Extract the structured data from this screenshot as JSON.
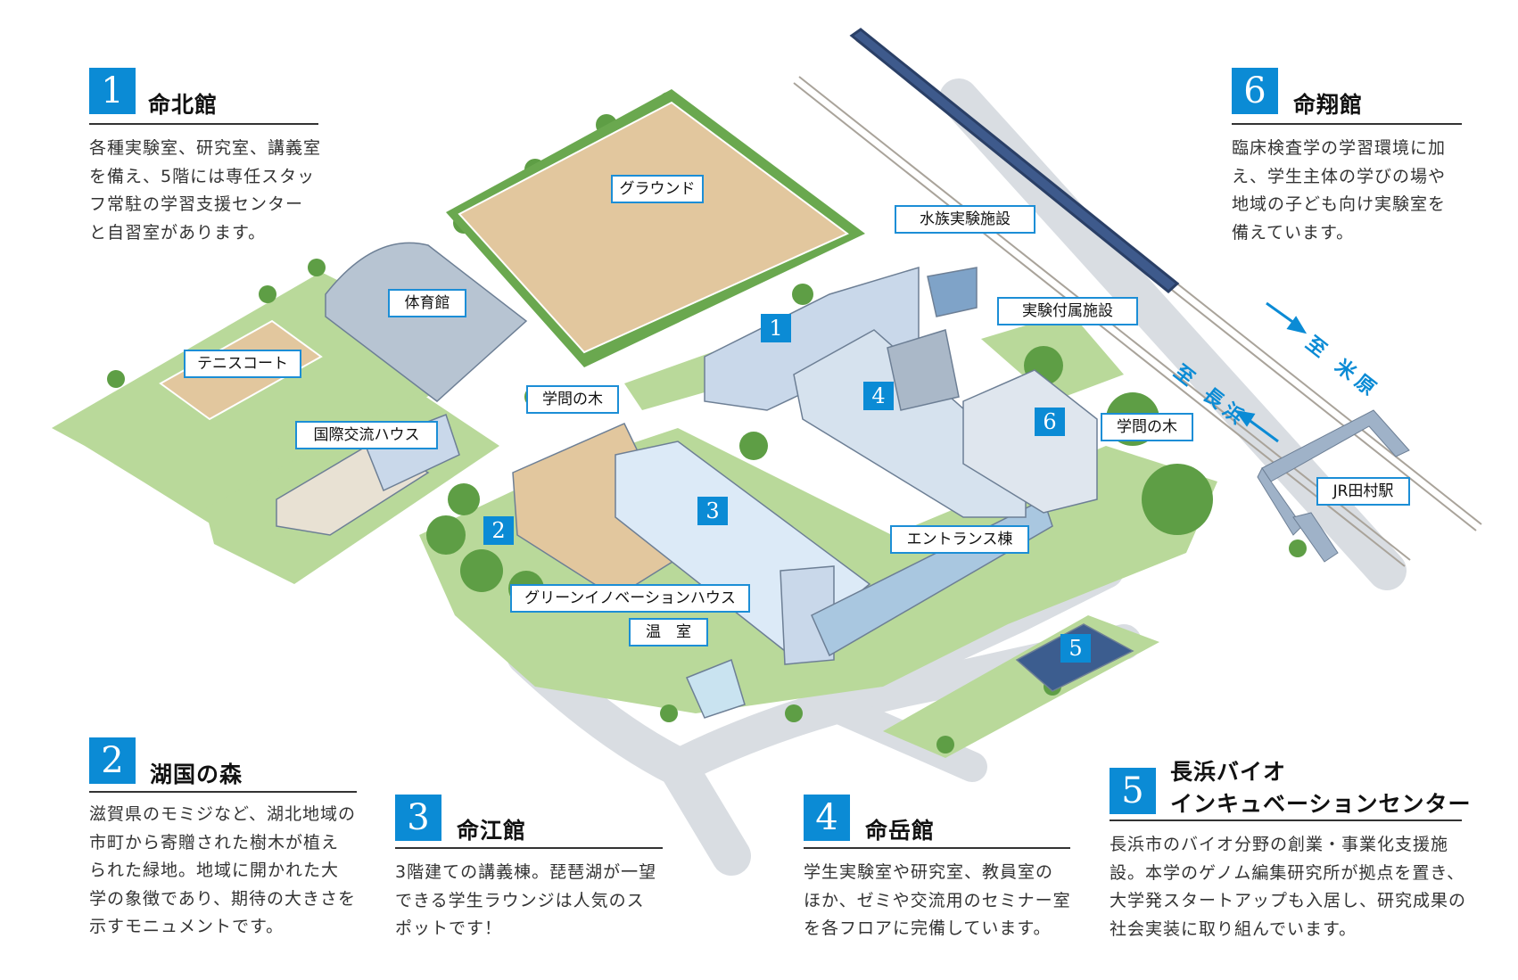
{
  "sections": [
    {
      "number": "1",
      "title": "命北館",
      "body": [
        "各種実験室、研究室、講義室",
        "を備え、5階には専任スタッ",
        "フ常駐の学習支援センター",
        "と自習室があります。"
      ]
    },
    {
      "number": "2",
      "title": "湖国の森",
      "body": [
        "滋賀県のモミジなど、湖北地域の",
        "市町から寄贈された樹木が植え",
        "られた緑地。地域に開かれた大",
        "学の象徴であり、期待の大きさを",
        "示すモニュメントです。"
      ]
    },
    {
      "number": "3",
      "title": "命江館",
      "body": [
        "3階建ての講義棟。琵琶湖が一望",
        "できる学生ラウンジは人気のス",
        "ポットです！"
      ]
    },
    {
      "number": "4",
      "title": "命岳館",
      "body": [
        "学生実験室や研究室、教員室の",
        "ほか、ゼミや交流用のセミナー室",
        "を各フロアに完備しています。"
      ]
    },
    {
      "number": "5",
      "title_lines": [
        "長浜バイオ",
        "インキュベーションセンター"
      ],
      "body": [
        "長浜市のバイオ分野の創業・事業化支援施",
        "設。本学のゲノム編集研究所が拠点を置き、",
        "大学発スタートアップも入居し、研究成果の",
        "社会実装に取り組んでいます。"
      ]
    },
    {
      "number": "6",
      "title": "命翔館",
      "body": [
        "臨床検査学の学習環境に加",
        "え、学生主体の学びの場や",
        "地域の子ども向け実験室を",
        "備えています。"
      ]
    }
  ],
  "map_labels": {
    "ground": "グラウンド",
    "aquatic": "水族実験施設",
    "lab_annex": "実験付属施設",
    "gym": "体育館",
    "tennis": "テニスコート",
    "tree_left": "学問の木",
    "intl_house": "国際交流ハウス",
    "tree_right": "学問の木",
    "station": "JR田村駅",
    "entrance": "エントランス棟",
    "green_innovation": "グリーンイノベーションハウス",
    "greenhouse": "温　室"
  },
  "markers": {
    "m1": "1",
    "m2": "2",
    "m3": "3",
    "m4": "4",
    "m5": "5",
    "m6": "6"
  },
  "directions": {
    "maibara": "至 米原",
    "nagahama": "至 長浜"
  },
  "colors": {
    "accent": "#0b8bd5",
    "grass": "#b9d99a",
    "road": "#d9dde2",
    "ground": "#e2c79e",
    "building": "#c9d8ea"
  }
}
